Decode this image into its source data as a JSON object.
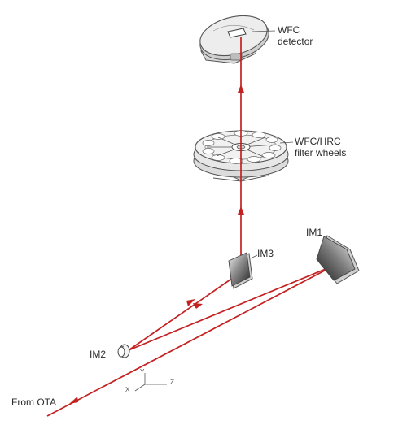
{
  "labels": {
    "wfc_detector_line1": "WFC",
    "wfc_detector_line2": "detector",
    "filter_wheels_line1": "WFC/HRC",
    "filter_wheels_line2": "filter wheels",
    "im1": "IM1",
    "im2": "IM2",
    "im3": "IM3",
    "from_ota": "From OTA",
    "axis_x": "X",
    "axis_y": "Y",
    "axis_z": "Z"
  },
  "colors": {
    "beam": "#c42121",
    "outline": "#555555",
    "component_fill": "#e4e4e4",
    "mirror_dark": "#3a3a3a"
  }
}
